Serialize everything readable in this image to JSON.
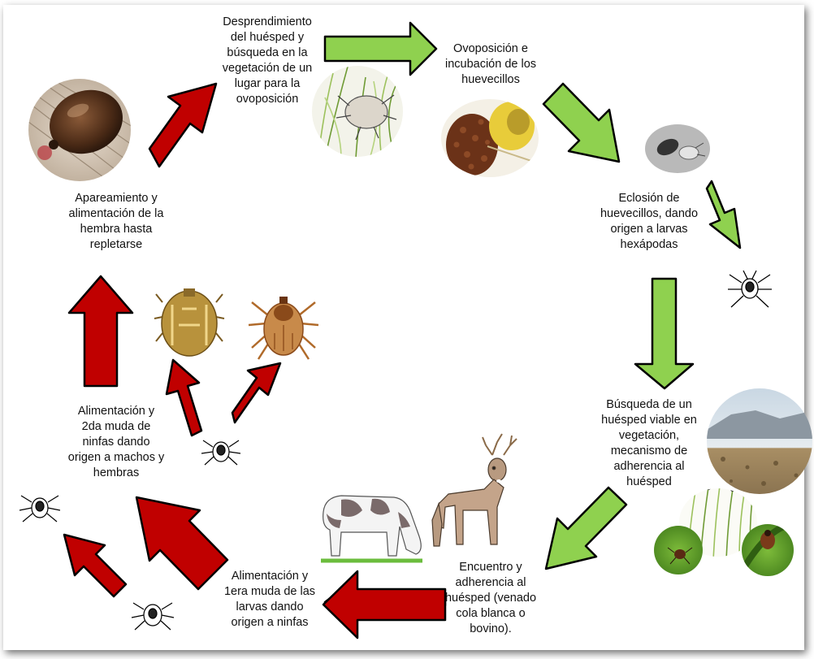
{
  "colors": {
    "green_arrow": "#8fd14f",
    "red_arrow": "#c00000",
    "arrow_outline": "#000000",
    "background": "#ffffff"
  },
  "stages": {
    "detachment": "Desprendimiento\ndel huésped y\nbúsqueda en la\nvegetación de un\nlugar para la\novoposición",
    "oviposition": "Ovoposición e\nincubación de los\nhuevecillos",
    "hatching": "Eclosión de\nhuevecillos, dando\norigen a larvas\nhexápodas",
    "host_search": "Búsqueda de un\nhuésped viable en\nvegetación,\nmecanismo de\nadherencia al\nhuésped",
    "encounter": "Encuentro y\nadherencia al\nhuésped (venado\ncola blanca o\nbovino).",
    "first_molt": "Alimentación y\n1era muda de las\nlarvas dando\norigen a ninfas",
    "second_molt": "Alimentación y\n2da muda de\nninfas dando\norigen a machos y\nhembras",
    "mating": "Apareamiento y\nalimentación de la\nhembra hasta\nrepletarse"
  },
  "illustrations": [
    "engorged-tick-photo",
    "tick-in-grass-drawing",
    "egg-mass-photo",
    "hatching-egg-photo",
    "larva-drawing",
    "dry-landscape-photo",
    "questing-larvae-drawing",
    "tick-on-leaf-photo",
    "deer-drawing",
    "cow-drawing",
    "nymph-drawing",
    "male-tick-drawing",
    "female-tick-drawing"
  ]
}
